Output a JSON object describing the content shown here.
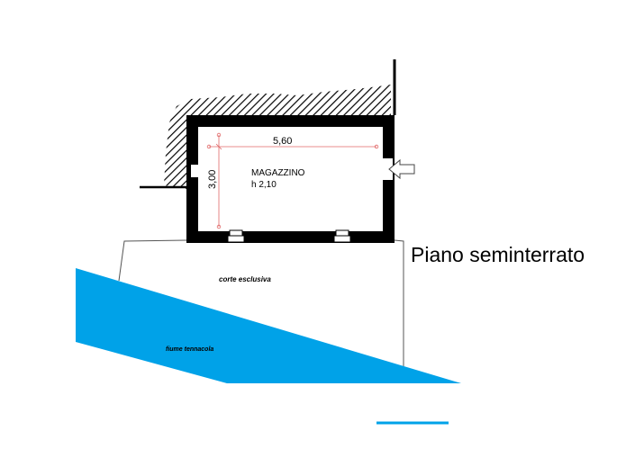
{
  "plan": {
    "title": "Piano seminterrato",
    "room": {
      "name": "MAGAZZINO",
      "height_note": "h 2,10",
      "width_dimension": "5,60",
      "depth_dimension": "3,00"
    },
    "yard_label": "corte esclusiva",
    "river_label": "fiume tennacola"
  },
  "colors": {
    "river": "#00A2E8",
    "wall": "#000000",
    "dimension_line": "#E06666",
    "outline": "#555555"
  }
}
